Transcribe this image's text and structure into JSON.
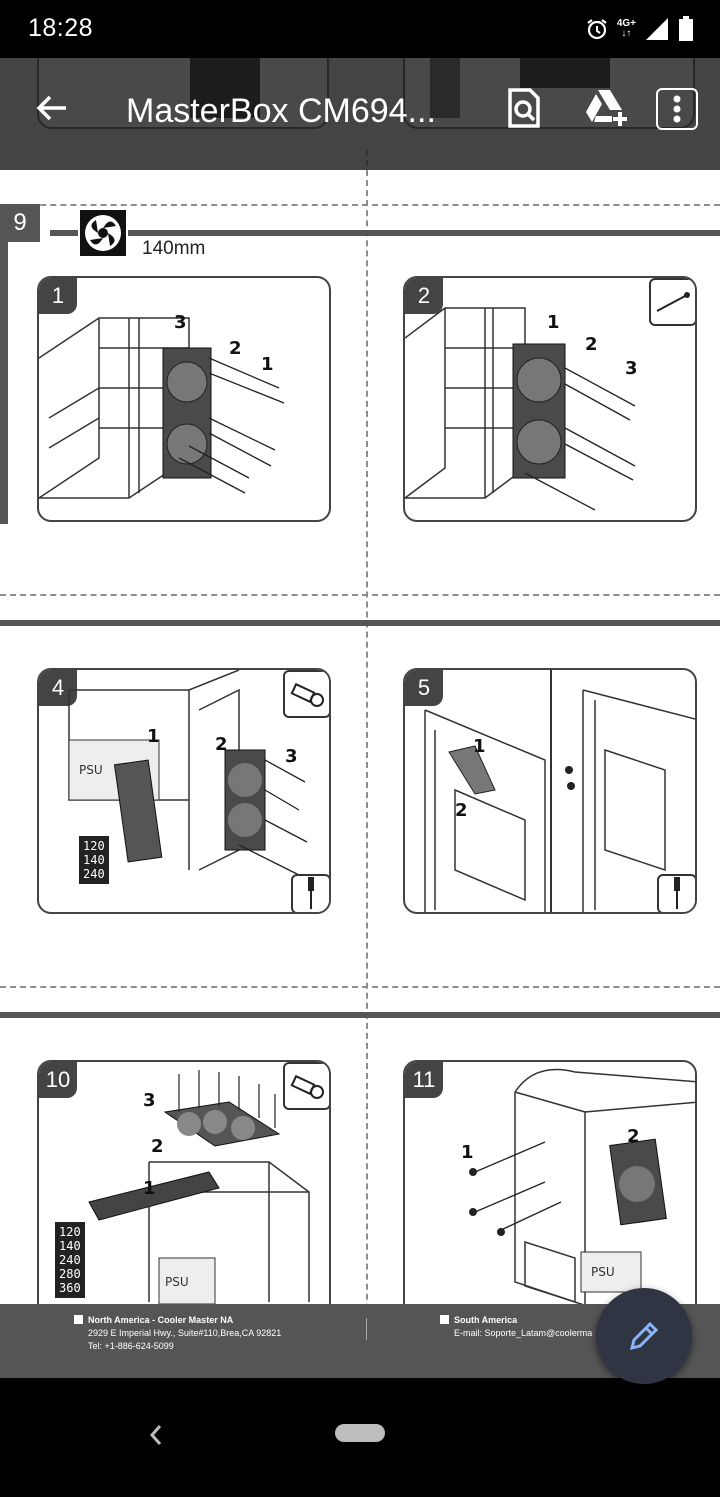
{
  "status_bar": {
    "time": "18:28",
    "network": "4G+"
  },
  "app_bar": {
    "title": "MasterBox CM694..."
  },
  "document": {
    "section_number": "9",
    "fan_size_label": "140mm",
    "panels": [
      {
        "step": "1",
        "callouts": [
          "3",
          "2",
          "1"
        ]
      },
      {
        "step": "2",
        "callouts": [
          "1",
          "2",
          "3"
        ]
      },
      {
        "step": "4",
        "callouts": [
          "1",
          "2",
          "3"
        ],
        "radiator_sizes": [
          "120",
          "140",
          "240"
        ]
      },
      {
        "step": "5",
        "callouts": [
          "1",
          "2"
        ]
      },
      {
        "step": "10",
        "callouts": [
          "3",
          "2",
          "1"
        ],
        "radiator_sizes": [
          "120",
          "140",
          "240",
          "280",
          "360"
        ]
      },
      {
        "step": "11",
        "callouts": [
          "1",
          "2"
        ]
      }
    ],
    "psu_label": "PSU"
  },
  "footer": {
    "na_title": "North America - Cooler Master NA",
    "na_address": "2929 E Imperial Hwy., Suite#110,Brea,CA 92821",
    "na_tel": "Tel: +1-886-624-5099",
    "sa_title": "South America",
    "sa_email": "E-mail: Soporte_Latam@coolerma"
  },
  "icons": {
    "back": "arrow-back-icon",
    "search_doc": "document-search-icon",
    "drive_add": "drive-add-icon",
    "more": "more-vert-icon",
    "edit": "pencil-icon"
  },
  "colors": {
    "fab_bg": "#2f3542",
    "fab_icon": "#8ab4f8",
    "app_bar_bg": "#1c1c1c",
    "footer_bg": "#555555"
  }
}
